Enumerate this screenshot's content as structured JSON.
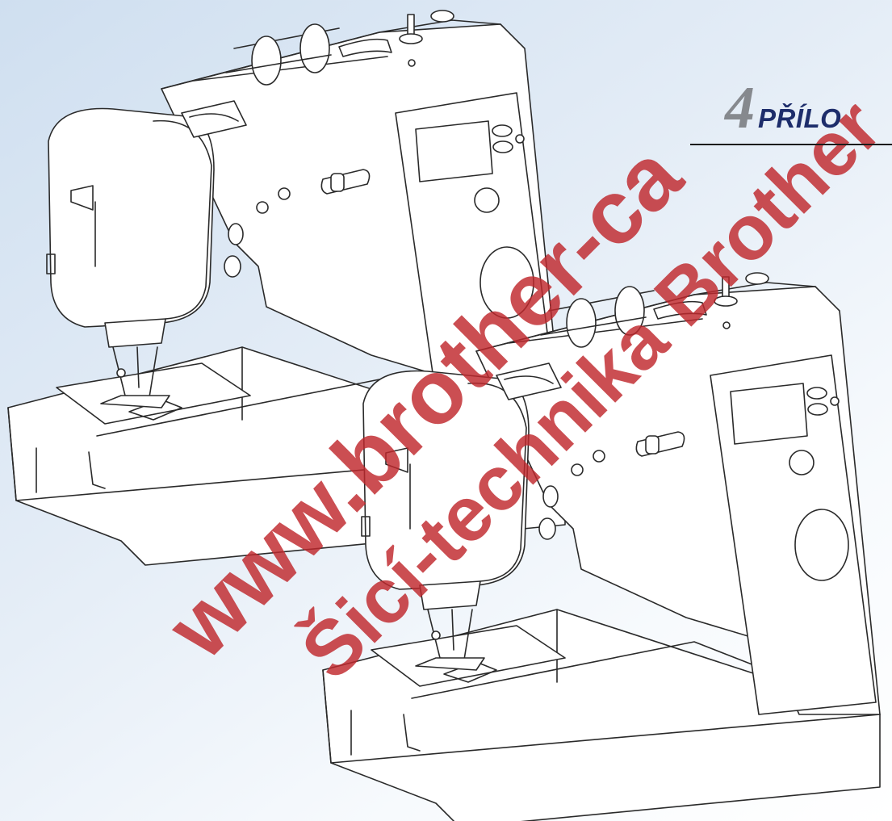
{
  "chapter": {
    "number": "4",
    "title": "PŘÍLO"
  },
  "watermark": {
    "line1": "www.brother-ca",
    "line2": "Šicí-technika Brother"
  },
  "colors": {
    "heading_blue": "#1d2d6b",
    "number_gray": "#86898e",
    "watermark_red": "#c0282d",
    "outline": "#2a2a2a",
    "background_blue": "#cfdff0"
  }
}
